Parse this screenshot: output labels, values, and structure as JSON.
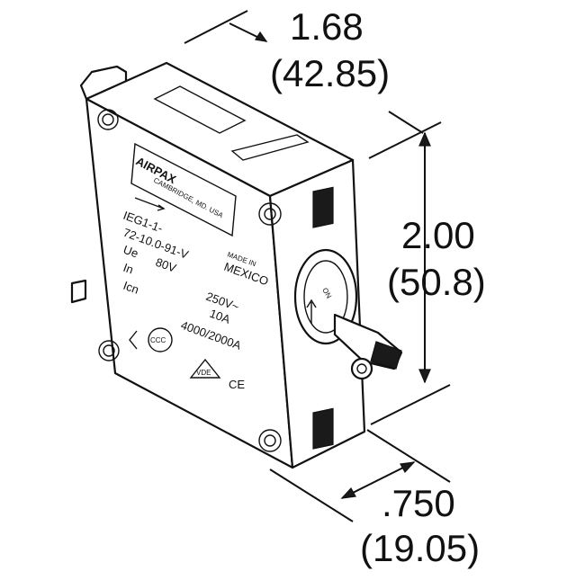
{
  "dimensions": {
    "width_in": "1.68",
    "width_mm": "(42.85)",
    "height_in": "2.00",
    "height_mm": "(50.8)",
    "depth_in": ".750",
    "depth_mm": "(19.05)"
  },
  "label": {
    "brand": "AIRPAX",
    "location": "CAMBRIDGE, MD. USA",
    "part_line1": "IEG1-1-",
    "part_line2": "72-10.0-91-V",
    "ue_label": "Ue",
    "ue_value": "80V",
    "in_label": "In",
    "icn_label": "Icn",
    "made_in": "MADE IN",
    "country": "MEXICO",
    "voltage": "250V~",
    "current": "10A",
    "breaking": "4000/2000A",
    "ccc_mark": "CCC",
    "vde_mark": "VDE",
    "ce_mark": "CE",
    "switch_on": "ON"
  }
}
